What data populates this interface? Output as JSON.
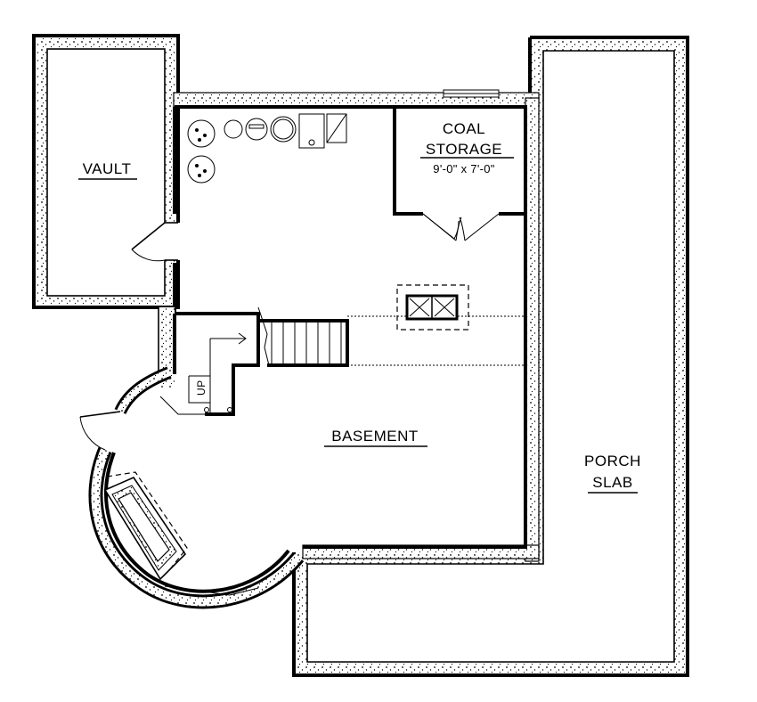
{
  "rooms": {
    "vault": "VAULT",
    "coal_line1": "COAL",
    "coal_line2": "STORAGE",
    "coal_dims": "9'-0\" x 7'-0\"",
    "basement": "BASEMENT",
    "porch_line1": "PORCH",
    "porch_line2": "SLAB",
    "stairs_up": "UP"
  },
  "colors": {
    "line": "#000000",
    "background": "#ffffff"
  }
}
